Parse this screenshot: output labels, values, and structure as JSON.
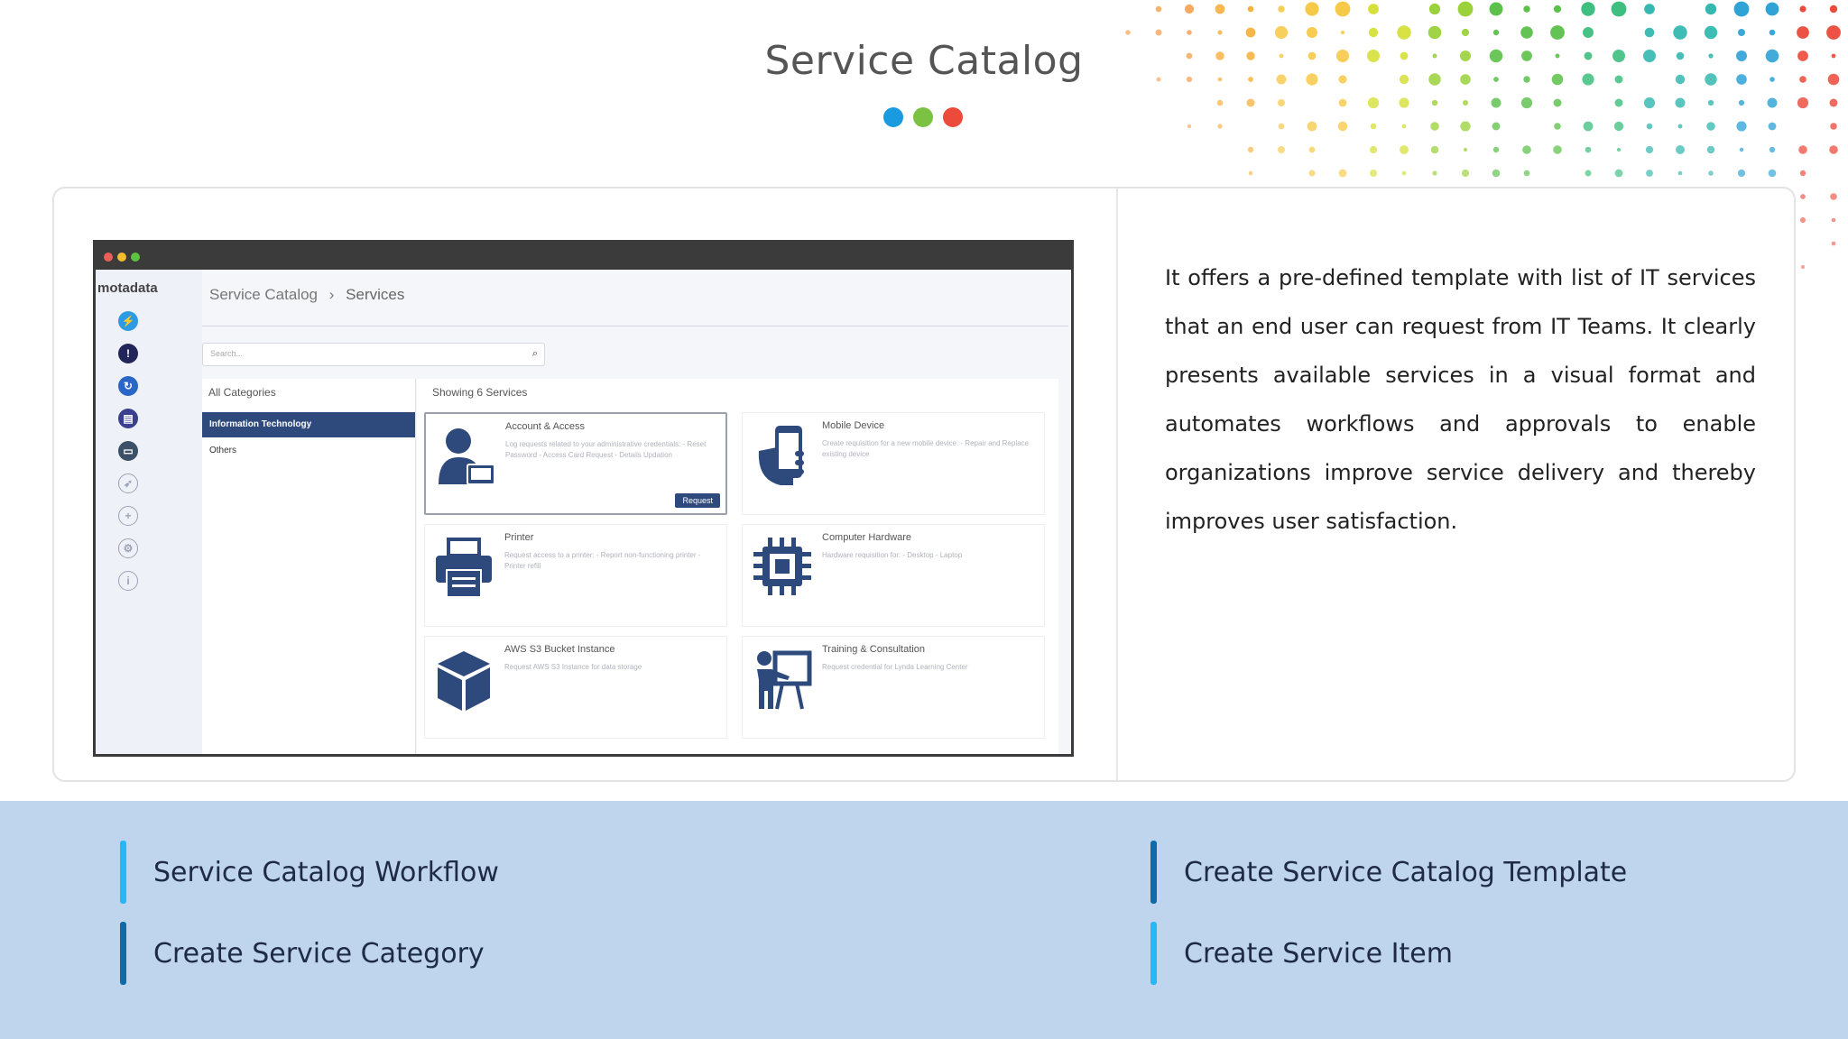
{
  "title": "Service Catalog",
  "title_dot_colors": [
    "#1a9be0",
    "#7cc242",
    "#ec4a3a"
  ],
  "window": {
    "logo": "motadata",
    "breadcrumb": {
      "root": "Service Catalog",
      "separator": "›",
      "current": "Services"
    },
    "search": {
      "placeholder": "Search..."
    },
    "categories": {
      "header": "All Categories",
      "items": [
        {
          "label": "Information Technology",
          "active": true
        },
        {
          "label": "Others",
          "active": false
        }
      ]
    },
    "services_count_label": "Showing 6 Services",
    "services": [
      {
        "name": "Account & Access",
        "icon": "user-computer-icon",
        "desc": "Log requests related to your administrative credentials: - Reset Password - Access Card Request - Details Updation",
        "button": "Request"
      },
      {
        "name": "Mobile Device",
        "icon": "hand-phone-icon",
        "desc": "Create requisition for a new mobile device: - Repair and Replace existing device"
      },
      {
        "name": "Printer",
        "icon": "printer-icon",
        "desc": "Request access to a printer: - Report non-functioning printer - Printer refill"
      },
      {
        "name": "Computer Hardware",
        "icon": "cpu-chip-icon",
        "desc": "Hardware requisition for: - Desktop - Laptop"
      },
      {
        "name": "AWS S3 Bucket Instance",
        "icon": "cube-icon",
        "desc": "Request AWS S3 Instance for data storage"
      },
      {
        "name": "Training & Consultation",
        "icon": "presenter-board-icon",
        "desc": "Request credential for Lynda Learning Center"
      }
    ],
    "sidebar_icons": [
      "lightning-icon",
      "alert-icon",
      "refresh-icon",
      "document-icon",
      "monitor-icon",
      "rocket-icon",
      "plus-icon",
      "gear-icon",
      "info-icon"
    ]
  },
  "description": "It offers a pre-defined template with list of IT services that an end user can request from IT Teams. It clearly presents available services in a visual format and automates workflows and approvals to enable organizations improve service delivery and thereby improves user satisfaction.",
  "links": [
    {
      "label": "Service Catalog Workflow"
    },
    {
      "label": "Create Service Catalog Template"
    },
    {
      "label": "Create Service Category"
    },
    {
      "label": "Create Service Item"
    }
  ],
  "colors": {
    "brand_blue": "#2e4a7d",
    "accent_light": "#29b6f6",
    "accent_dark": "#0f6aa8",
    "band": "#bfd5ee"
  }
}
